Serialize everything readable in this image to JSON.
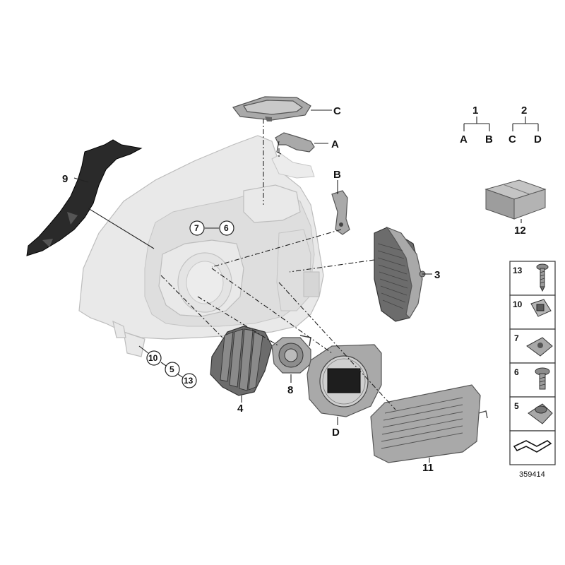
{
  "labels": {
    "c_top": "C",
    "a_top": "A",
    "b": "B",
    "d": "D",
    "p9": "9",
    "p7": "7",
    "p6": "6",
    "p3": "3",
    "p4": "4",
    "p8": "8",
    "p11": "11",
    "p12": "12",
    "p10": "10",
    "p5": "5",
    "p13": "13"
  },
  "kits": [
    {
      "number": "1",
      "parts": [
        "A",
        "B"
      ]
    },
    {
      "number": "2",
      "parts": [
        "C",
        "D"
      ]
    }
  ],
  "hardware_panel": {
    "items": [
      {
        "number": "13",
        "icon": "screw-icon"
      },
      {
        "number": "10",
        "icon": "nut-plate-icon"
      },
      {
        "number": "7",
        "icon": "clip-nut-icon"
      },
      {
        "number": "6",
        "icon": "bolt-icon"
      },
      {
        "number": "5",
        "icon": "spring-nut-icon"
      }
    ],
    "footer_icon": "arrow-icon"
  },
  "diagram_id": "359414"
}
